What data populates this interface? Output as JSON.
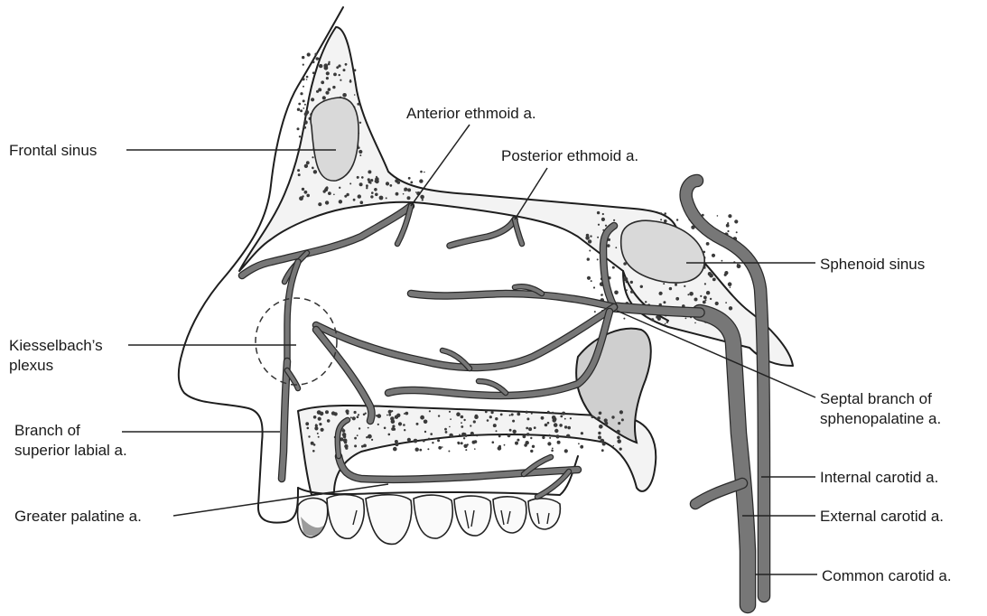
{
  "labels": {
    "frontal_sinus": "Frontal sinus",
    "anterior_ethmoid": "Anterior ethmoid a.",
    "posterior_ethmoid": "Posterior ethmoid a.",
    "sphenoid_sinus": "Sphenoid sinus",
    "kiesselbach_line1": "Kiesselbach’s",
    "kiesselbach_line2": "plexus",
    "septal_branch_line1": "Septal branch of",
    "septal_branch_line2": "sphenopalatine a.",
    "superior_labial_line1": "Branch of",
    "superior_labial_line2": "superior labial a.",
    "internal_carotid": "Internal carotid a.",
    "greater_palatine": "Greater palatine a.",
    "external_carotid": "External carotid a.",
    "common_carotid": "Common carotid a."
  },
  "colors": {
    "vessel_fill": "#777777",
    "vessel_outline": "#2a2a2a",
    "bone_fill": "#f3f3f3",
    "sinus_fill": "#d9d9d9",
    "line": "#1e1e1e"
  }
}
